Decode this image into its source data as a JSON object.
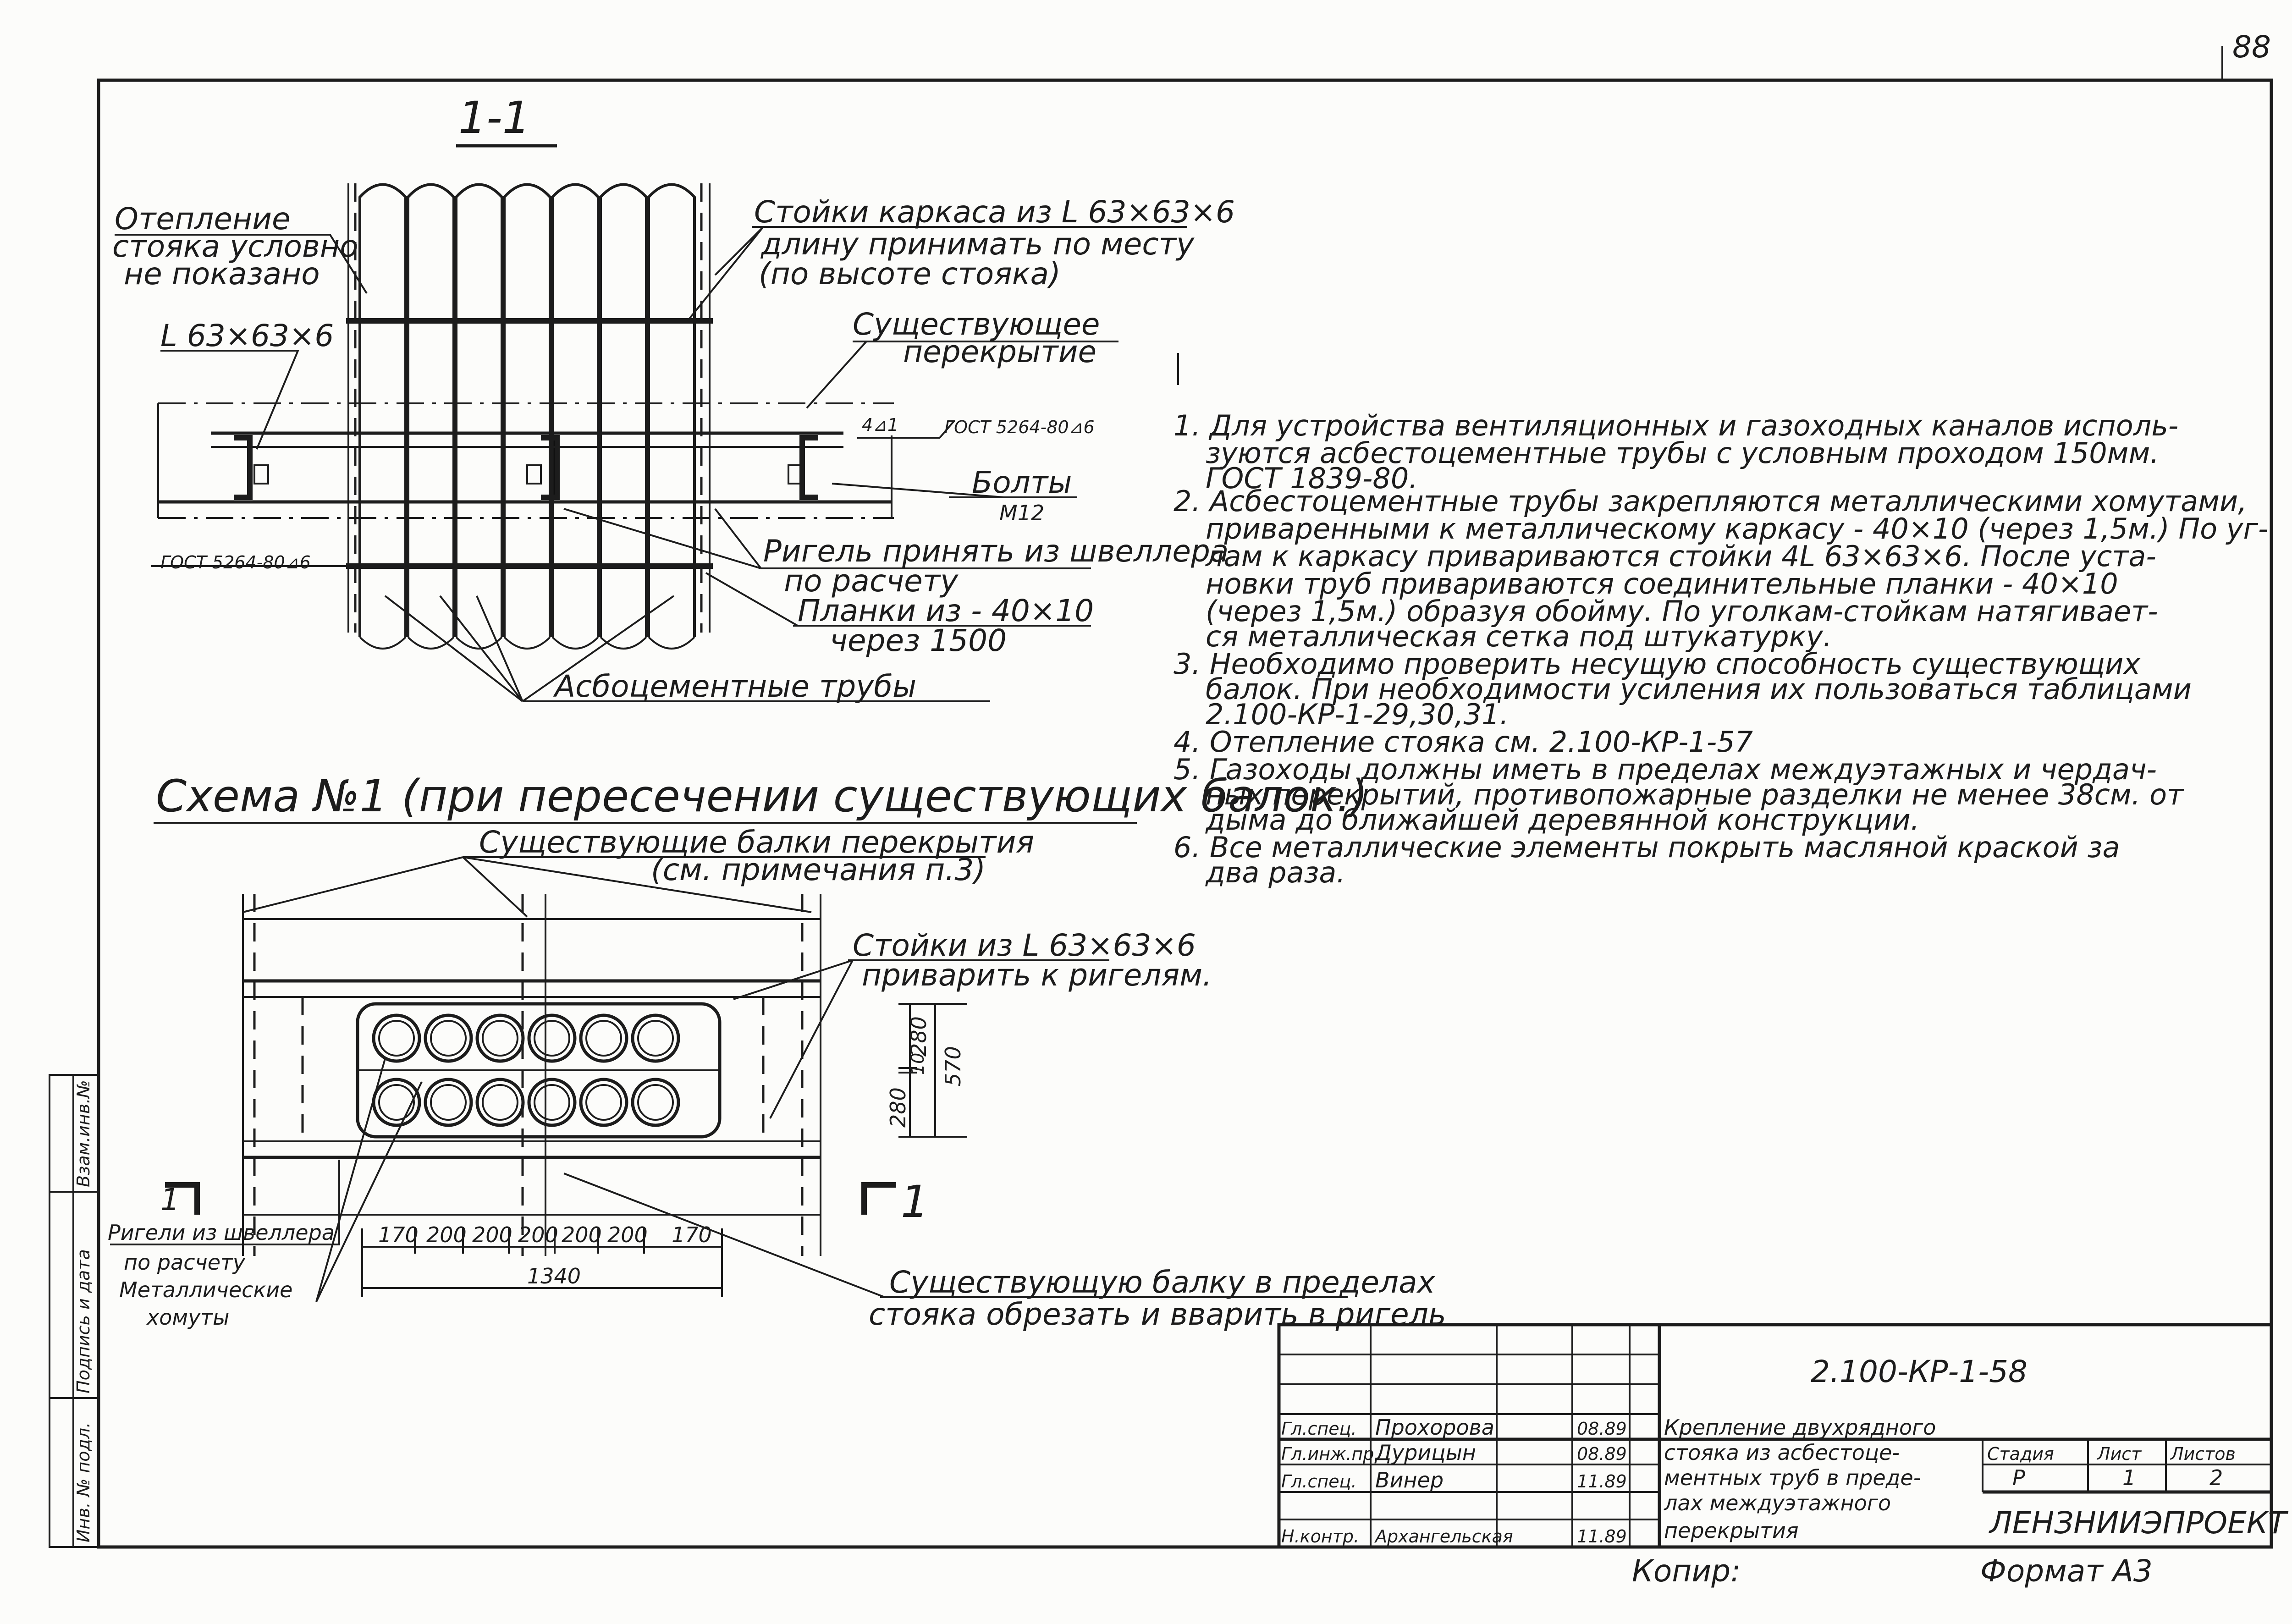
{
  "page_number": "88",
  "section_title": "1-1",
  "section_labels": {
    "insulation": [
      "Отепление",
      "стояка условно",
      "не показано"
    ],
    "frame_posts": [
      "Стойки каркаса из L 63×63×6",
      "длину принимать по месту",
      "(по высоте стояка)"
    ],
    "angle": "L 63×63×6",
    "existing_floor": [
      "Существующее",
      "перекрытие"
    ],
    "weld_top": "ГОСТ 5264-80⊿6",
    "weld_bottom": "ГОСТ 5264-80⊿6",
    "weld_mark": "4⊿1",
    "bolts": [
      "Болты",
      "М12"
    ],
    "crossbar": [
      "Ригель принять из швеллера",
      "по расчету"
    ],
    "straps": [
      "Планки из - 40×10",
      "через 1500"
    ],
    "pipes": "Асбоцементные трубы"
  },
  "scheme_title": "Схема №1 (при пересечении существующих балок.)",
  "scheme_labels": {
    "beams": [
      "Существующие балки перекрытия",
      "(см. примечания п.3)"
    ],
    "posts": [
      "Стойки из L 63×63×6",
      "приварить к ригелям."
    ],
    "crossbar": [
      "Ригели из швеллера",
      "по расчету"
    ],
    "clamps": [
      "Металлические",
      "хомуты"
    ],
    "cut_beam": [
      "Существующую балку в пределах",
      "стояка обрезать и вварить в ригель"
    ],
    "section_mark": "1",
    "dims_h": [
      "170",
      "200",
      "200",
      "200",
      "200",
      "200",
      "170"
    ],
    "dim_total": "1340",
    "dims_v": [
      "280",
      "10",
      "280"
    ],
    "dim_v_total": "570"
  },
  "notes": [
    [
      "1. Для устройства вентиляционных и газоходных каналов исполь-",
      "зуются асбестоцементные трубы с условным проходом 150мм.",
      "ГОСТ 1839-80."
    ],
    [
      "2. Асбестоцементные трубы закрепляются металлическими хомутами,",
      "приваренными к металлическому каркасу - 40×10 (через 1,5м.) По уг-",
      "лам к каркасу привариваются стойки 4L 63×63×6. После уста-",
      "новки труб привариваются соединительные планки - 40×10",
      "(через 1,5м.) образуя обойму. По уголкам-стойкам натягивает-",
      "ся металлическая сетка под штукатурку."
    ],
    [
      "3. Необходимо проверить несущую способность существующих",
      "балок. При необходимости усиления их пользоваться таблицами",
      "2.100-КР-1-29,30,31."
    ],
    [
      "4. Отепление стояка см. 2.100-КР-1-57"
    ],
    [
      "5. Газоходы должны иметь в пределах междуэтажных и чердач-",
      "ных перекрытий, противопожарные разделки не менее 38см. от",
      "дыма до ближайшей деревянной конструкции."
    ],
    [
      "6. Все металлические элементы покрыть масляной краской за",
      "два раза."
    ]
  ],
  "side_stamp": [
    "Инв. № подл.",
    "Подпись и дата",
    "Взам.инв.№"
  ],
  "title_block": {
    "code": "2.100-КР-1-58",
    "rows": [
      {
        "role": "Гл.спец.",
        "name": "Прохорова",
        "date": "08.89"
      },
      {
        "role": "Гл.инж.пр.",
        "name": "Дурицын",
        "date": "08.89"
      },
      {
        "role": "Гл.спец.",
        "name": "Винер",
        "date": "11.89"
      },
      {
        "role": "Н.контр.",
        "name": "Архангельская",
        "date": "11.89"
      }
    ],
    "description": [
      "Крепление двухрядного",
      "стояка из асбестоце-",
      "ментных труб в преде-",
      "лах междуэтажного",
      "перекрытия"
    ],
    "stage_header": "Стадия",
    "sheet_header": "Лист",
    "sheets_header": "Листов",
    "stage": "Р",
    "sheet": "1",
    "sheets": "2",
    "organization": "ЛЕНЗНИИЭПРОЕКТ"
  },
  "copied_label": "Копир:",
  "format_label": "Формат А3"
}
